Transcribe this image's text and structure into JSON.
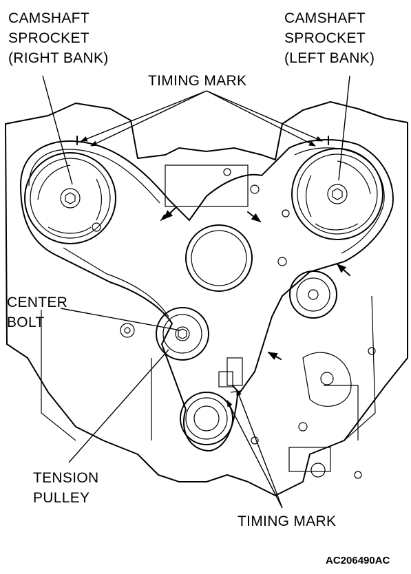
{
  "labels": {
    "cam_right": "CAMSHAFT\nSPROCKET\n(RIGHT BANK)",
    "cam_left": "CAMSHAFT\nSPROCKET\n(LEFT BANK)",
    "timing_mark_top": "TIMING MARK",
    "center_bolt": "CENTER\nBOLT",
    "tension_pulley": "TENSION\nPULLEY",
    "timing_mark_bottom": "TIMING MARK"
  },
  "figure_code": "AC206490AC",
  "colors": {
    "line": "#000000",
    "background": "#ffffff"
  }
}
